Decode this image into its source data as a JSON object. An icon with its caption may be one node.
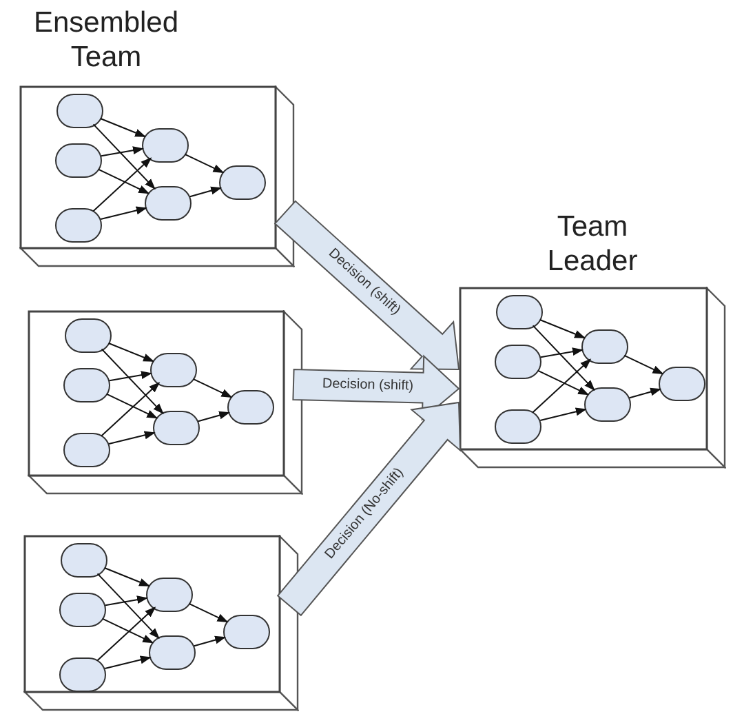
{
  "diagram": {
    "nodes": [
      {
        "text": [],
        "shape": "box"
      },
      {
        "text": [],
        "shape": "circle",
        "in": 0
      },
      {
        "text": [],
        "shape": "circle",
        "in": 0
      },
      {
        "text": [],
        "shape": "circle",
        "in": 0
      },
      {
        "text": [],
        "shape": "circle",
        "in": 0
      },
      {
        "text": [],
        "shape": "circle",
        "in": 0
      },
      {
        "text": [],
        "shape": "circle",
        "in": 0
      },
      {
        "text": [],
        "shape": "box"
      },
      {
        "text": [],
        "shape": "circle",
        "in": 7
      },
      {
        "text": [],
        "shape": "circle",
        "in": 7
      },
      {
        "text": [],
        "shape": "circle",
        "in": 7
      },
      {
        "text": [],
        "shape": "circle",
        "in": 7
      },
      {
        "text": [],
        "shape": "circle",
        "in": 7
      },
      {
        "text": [],
        "shape": "circle",
        "in": 7
      },
      {
        "text": [],
        "shape": "box"
      },
      {
        "text": [],
        "shape": "circle",
        "in": 14
      },
      {
        "text": [],
        "shape": "circle",
        "in": 14
      },
      {
        "text": [],
        "shape": "circle",
        "in": 14
      },
      {
        "text": [],
        "shape": "circle",
        "in": 14
      },
      {
        "text": [],
        "shape": "circle",
        "in": 14
      },
      {
        "text": [],
        "shape": "circle",
        "in": 14
      },
      {
        "text": [
          "Team Leader"
        ]
      },
      {
        "text": [],
        "shape": "circle",
        "in": 21
      },
      {
        "text": [],
        "shape": "circle",
        "in": 21
      },
      {
        "text": [],
        "shape": "circle",
        "in": 21
      },
      {
        "text": [],
        "shape": "circle",
        "in": 21
      },
      {
        "text": [],
        "shape": "circle",
        "in": 21
      },
      {
        "text": [],
        "shape": "circle",
        "in": 21
      }
    ],
    "edges": [
      {
        "from": 0,
        "to": 21,
        "arrow": "to",
        "label": "Decision (shift)",
        "style": "thick",
        "color": "#dce6f2"
      },
      {
        "from": 7,
        "to": 21,
        "arrow": "to",
        "label": "Decision (shift)",
        "style": "thick",
        "color": "#dce6f2"
      },
      {
        "from": 14,
        "to": 21,
        "arrow": "to",
        "label": "Decision (No-shift)",
        "style": "thick",
        "color": "#dce6f2"
      },
      {
        "from": 1,
        "to": 4,
        "arrow": "to"
      },
      {
        "from": 1,
        "to": 5,
        "arrow": "to"
      },
      {
        "from": 2,
        "to": 4,
        "arrow": "to"
      },
      {
        "from": 2,
        "to": 5,
        "arrow": "to"
      },
      {
        "from": 3,
        "to": 4,
        "arrow": "to"
      },
      {
        "from": 3,
        "to": 5,
        "arrow": "to"
      },
      {
        "from": 4,
        "to": 6,
        "arrow": "to"
      },
      {
        "from": 5,
        "to": 6,
        "arrow": "to"
      },
      {
        "from": 8,
        "to": 11,
        "arrow": "to"
      },
      {
        "from": 8,
        "to": 12,
        "arrow": "to"
      },
      {
        "from": 9,
        "to": 11,
        "arrow": "to"
      },
      {
        "from": 9,
        "to": 12,
        "arrow": "to"
      },
      {
        "from": 10,
        "to": 11,
        "arrow": "to"
      },
      {
        "from": 10,
        "to": 12,
        "arrow": "to"
      },
      {
        "from": 11,
        "to": 13,
        "arrow": "to"
      },
      {
        "from": 12,
        "to": 13,
        "arrow": "to"
      },
      {
        "from": 15,
        "to": 18,
        "arrow": "to"
      },
      {
        "from": 15,
        "to": 19,
        "arrow": "to"
      },
      {
        "from": 16,
        "to": 18,
        "arrow": "to"
      },
      {
        "from": 16,
        "to": 19,
        "arrow": "to"
      },
      {
        "from": 17,
        "to": 18,
        "arrow": "to"
      },
      {
        "from": 17,
        "to": 19,
        "arrow": "to"
      },
      {
        "from": 18,
        "to": 20,
        "arrow": "to"
      },
      {
        "from": 19,
        "to": 20,
        "arrow": "to"
      },
      {
        "from": 22,
        "to": 25,
        "arrow": "to"
      },
      {
        "from": 22,
        "to": 26,
        "arrow": "to"
      },
      {
        "from": 23,
        "to": 25,
        "arrow": "to"
      },
      {
        "from": 23,
        "to": 26,
        "arrow": "to"
      },
      {
        "from": 24,
        "to": 25,
        "arrow": "to"
      },
      {
        "from": 24,
        "to": 26,
        "arrow": "to"
      },
      {
        "from": 25,
        "to": 27,
        "arrow": "to"
      },
      {
        "from": 26,
        "to": 27,
        "arrow": "to"
      }
    ],
    "labels": [
      "Ensembled Team"
    ]
  }
}
